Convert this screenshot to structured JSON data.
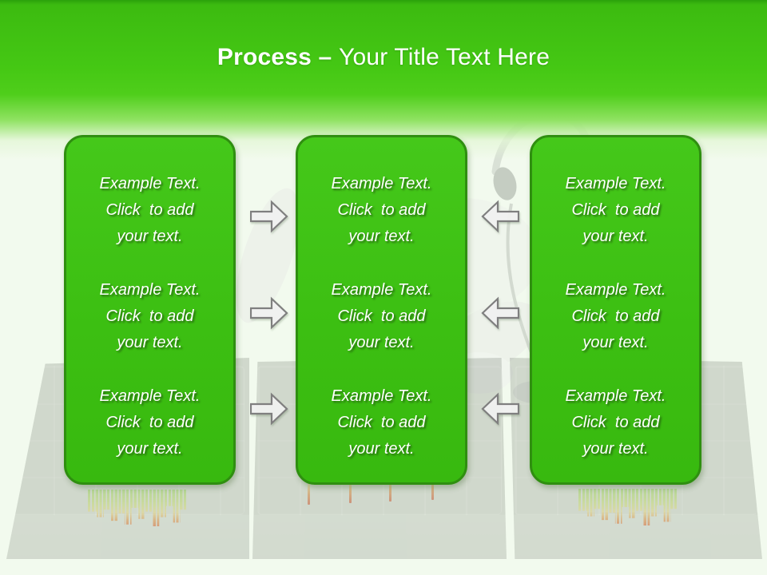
{
  "header": {
    "title_emphasis": "Process",
    "title_separator": " – ",
    "title_rest": "Your Title Text Here"
  },
  "columns": [
    {
      "name": "left",
      "blocks": [
        {
          "lines": [
            "Example Text.",
            "Click  to add",
            "your text."
          ]
        },
        {
          "lines": [
            "Example Text.",
            "Click  to add",
            "your text."
          ]
        },
        {
          "lines": [
            "Example Text.",
            "Click  to add",
            "your text."
          ]
        }
      ]
    },
    {
      "name": "middle",
      "blocks": [
        {
          "lines": [
            "Example Text.",
            "Click  to add",
            "your text."
          ]
        },
        {
          "lines": [
            "Example Text.",
            "Click  to add",
            "your text."
          ]
        },
        {
          "lines": [
            "Example Text.",
            "Click  to add",
            "your text."
          ]
        }
      ]
    },
    {
      "name": "right",
      "blocks": [
        {
          "lines": [
            "Example Text.",
            "Click  to add",
            "your text."
          ]
        },
        {
          "lines": [
            "Example Text.",
            "Click  to add",
            "your text."
          ]
        },
        {
          "lines": [
            "Example Text.",
            "Click  to add",
            "your text."
          ]
        }
      ]
    }
  ],
  "connectors": {
    "left_to_middle": {
      "direction": "right",
      "count": 3,
      "icon": "arrow-right-icon"
    },
    "right_to_middle": {
      "direction": "left",
      "count": 3,
      "icon": "arrow-left-icon"
    }
  },
  "background": {
    "figure": "man-with-headphones",
    "equipment": "audio-mixer-consoles"
  },
  "colors": {
    "header_green": "#45c814",
    "box_fill": "#3cbf12",
    "box_border": "#2f8f10",
    "body_text": "#ffffff",
    "arrow_fill": "#f2f2f2",
    "arrow_border": "#7f7f7f",
    "eq_green": "#9fd468",
    "eq_yellow": "#e3d98a",
    "eq_red": "#d96b35"
  }
}
